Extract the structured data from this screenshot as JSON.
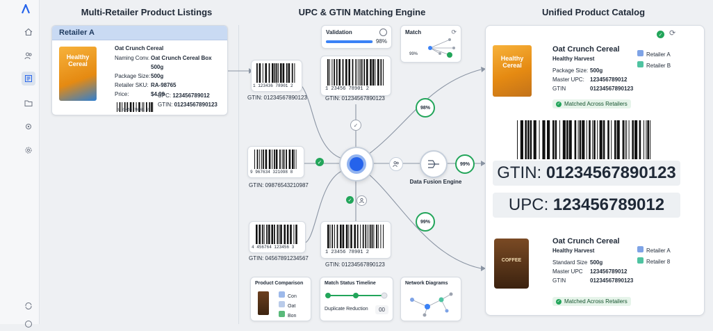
{
  "titles": {
    "left": "Multi-Retailer Product Listings",
    "center": "UPC & GTIN Matching Engine",
    "right": "Unified Product Catalog"
  },
  "retailer_card": {
    "header": "Retailer A",
    "product_name": "Oat Crunch Cereal",
    "rows": [
      {
        "label": "Naming Conv.",
        "value": "Oat Crunch Cereal Box 500g"
      },
      {
        "label": "Package Size:",
        "value": "500g"
      },
      {
        "label": "Retailer SKU:",
        "value": "RA-98765"
      },
      {
        "label": "Price:",
        "value": "$4.99"
      }
    ],
    "upc_label": "UPC:",
    "upc_value": "123456789012",
    "gtin_label": "GTIN:",
    "gtin_value": "01234567890123",
    "barcode_digits": "1 23456 78901 2",
    "box_text": "Healthy Cereal"
  },
  "barcodes": {
    "b1": {
      "digits": "1 123436 78901 2",
      "caption": "GTIN: 01234567890123"
    },
    "b2": {
      "digits": "1 23456 78901 2",
      "caption": "GTIN: 01234567890123"
    },
    "b3": {
      "digits": "9 967634 321098 8",
      "caption": "GTIN: 09876543210987"
    },
    "b4": {
      "digits": "4 456764 123456 3",
      "caption": "GTIN: 04567891234567"
    },
    "b5": {
      "digits": "1 23456 78901 2",
      "caption": "GTIN: 01234567890123"
    }
  },
  "validation": {
    "label": "Validation",
    "percent_text": "98%",
    "progress": 0.98
  },
  "match_widget": {
    "label": "Match",
    "percent_text": "99%"
  },
  "engine": {
    "fusion_label": "Data Fusion Engine",
    "pct_top": "98%",
    "pct_mid": "99%",
    "pct_bottom": "99%"
  },
  "bottom_widgets": {
    "product_comparison": {
      "title": "Product Comparison",
      "items": [
        "Con",
        "Oat",
        "Bon"
      ]
    },
    "timeline": {
      "title": "Match Status Timeline",
      "dup_label": "Duplicate Reduction",
      "dup_value": "00"
    },
    "network": {
      "title": "Network Diagrams"
    }
  },
  "catalog": {
    "p1": {
      "name": "Oat Crunch Cereal",
      "brand": "Healthy Harvest",
      "rows": [
        {
          "label": "Package Size:",
          "value": "500g"
        },
        {
          "label": "Master UPC:",
          "value": "123456789012"
        },
        {
          "label": "GTIN",
          "value": "01234567890123"
        }
      ],
      "retailers": [
        "Retailer A",
        "Retailer B"
      ],
      "badge": "Matched Across Retailers",
      "box_text": "Healthy Cereal"
    },
    "gtin_label": "GTIN:",
    "gtin_value": "01234567890123",
    "upc_label": "UPC:",
    "upc_value": "123456789012",
    "p2": {
      "name": "Oat Crunch Cereal",
      "brand": "Healthy Harvest",
      "rows": [
        {
          "label": "Standard Size",
          "value": "500g"
        },
        {
          "label": "Master UPC",
          "value": "123456789012"
        },
        {
          "label": "GTIN",
          "value": "01234567890123"
        }
      ],
      "retailers": [
        "Retailer A",
        "Retailer 8"
      ],
      "badge": "Matched Across Retailers",
      "bag_text": "COFFEE"
    }
  },
  "colors": {
    "accent": "#2563eb",
    "green": "#22a55a",
    "header_blue": "#c9daf3",
    "retailer_a": "#7ea3e6",
    "retailer_b": "#4fc3a1"
  }
}
